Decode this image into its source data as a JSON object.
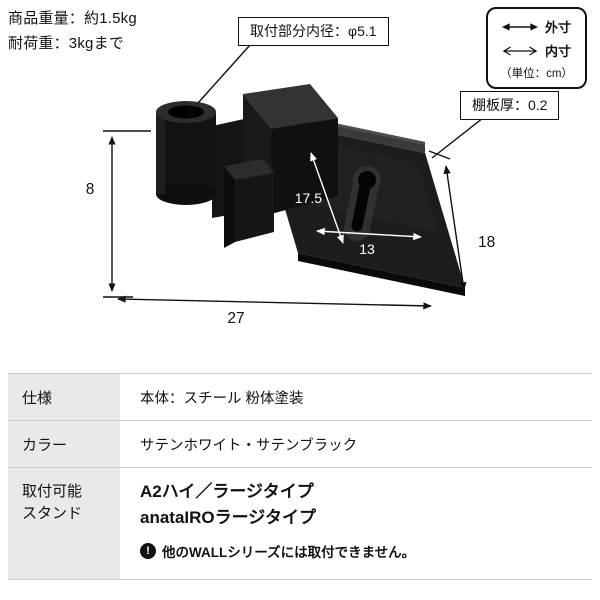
{
  "colors": {
    "ink": "#111111",
    "table_label_bg": "#e9e9ea",
    "divider": "#cccccc",
    "product": "#1d1d1d"
  },
  "header": {
    "weight": "商品重量：約1.5kg",
    "load": "耐荷重：3kgまで"
  },
  "legend": {
    "outer_label": "外寸",
    "inner_label": "内寸",
    "unit": "（単位：cm）"
  },
  "callouts": {
    "inner_diameter": "取付部分内径：φ5.1",
    "shelf_thickness": "棚板厚：0.2"
  },
  "dimensions": {
    "height": "8",
    "plate_depth": "17.5",
    "plate_width": "13",
    "depth": "18",
    "total_width": "27"
  },
  "spec_table": {
    "row1": {
      "label": "仕様",
      "value": "本体：スチール 粉体塗装"
    },
    "row2": {
      "label": "カラー",
      "value": "サテンホワイト・サテンブラック"
    },
    "row3": {
      "label_line1": "取付可能",
      "label_line2": "スタンド",
      "value_line1": "A2ハイ／ラージタイプ",
      "value_line2": "anataIROラージタイプ",
      "note_icon": "!",
      "note": "他のWALLシリーズには取付できません。"
    }
  }
}
